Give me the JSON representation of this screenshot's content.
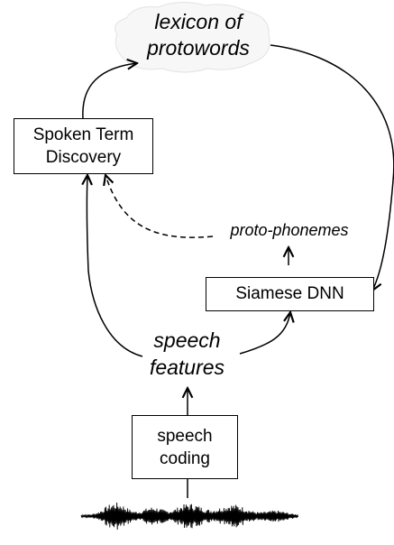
{
  "nodes": {
    "lexicon": "lexicon of\nprotowords",
    "spoken_term_discovery": "Spoken Term\nDiscovery",
    "proto_phonemes": "proto-phonemes",
    "siamese_dnn": "Siamese DNN",
    "speech_features": "speech\nfeatures",
    "speech_coding": "speech\ncoding"
  },
  "icons": {
    "cloud": "cloud-shape",
    "waveform": "speech-waveform"
  }
}
